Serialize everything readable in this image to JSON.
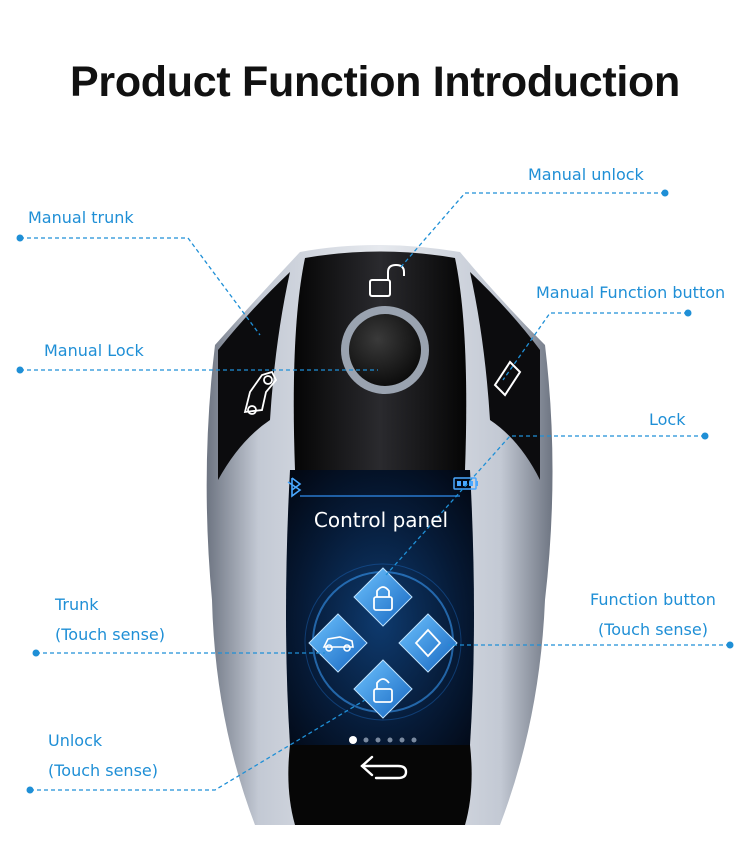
{
  "title": "Product Function Introduction",
  "labels": {
    "manual_unlock": "Manual unlock",
    "manual_trunk": "Manual trunk",
    "manual_function_button": "Manual Function button",
    "manual_lock": "Manual Lock",
    "lock": "Lock",
    "trunk": "Trunk",
    "trunk_note": "(Touch sense)",
    "function_button": "Function button",
    "function_button_note": "(Touch sense)",
    "unlock": "Unlock",
    "unlock_note": "(Touch sense)"
  },
  "screen": {
    "title": "Control panel"
  },
  "colors": {
    "accent": "#1f8fd6",
    "screen_blue": "#1e88e5"
  },
  "icons": [
    "bluetooth-icon",
    "battery-icon",
    "lock-icon",
    "unlock-icon",
    "car-trunk-icon",
    "diamond-icon",
    "back-arrow-icon"
  ]
}
